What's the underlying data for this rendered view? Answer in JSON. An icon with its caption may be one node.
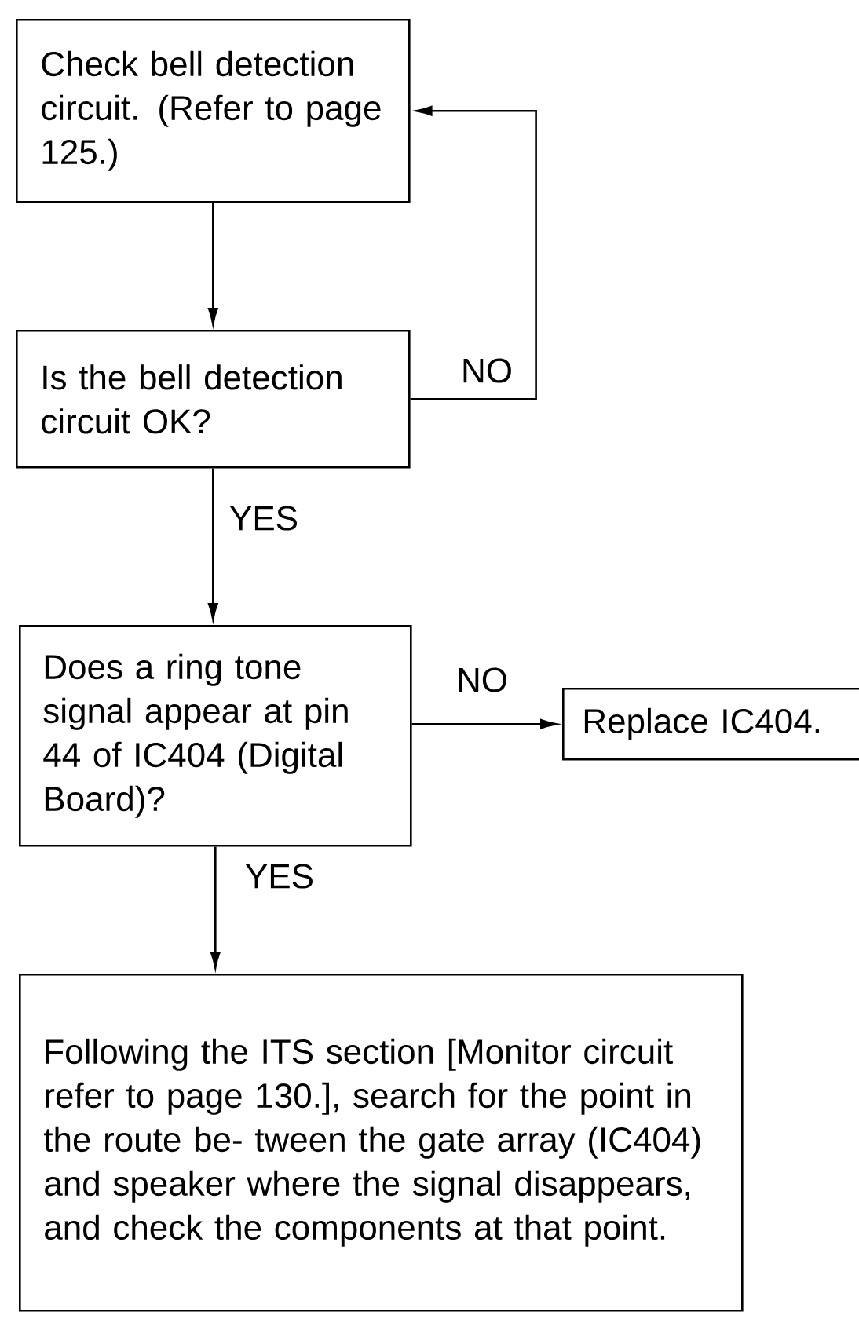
{
  "diagram": {
    "nodes": [
      {
        "text": [
          "Check bell detection circuit. (Refer to page 125.)"
        ]
      },
      {
        "text": [
          "Is the bell detection circuit OK?"
        ]
      },
      {
        "text": [
          "Does a ring tone signal appear at pin 44 of IC404 (Digital Board)?"
        ]
      },
      {
        "text": [
          "Replace IC404."
        ]
      },
      {
        "text": [
          "Following the ITS section [Monitor circuit refer to page 130.], search for the point in the route be- tween the gate array (IC404) and speaker where the signal disappears, and check the components at that point."
        ]
      }
    ],
    "edges": [
      {
        "from": 0,
        "to": 1,
        "arrow": "to"
      },
      {
        "from": 1,
        "to": 0,
        "arrow": "to",
        "label": "NO"
      },
      {
        "from": 1,
        "to": 2,
        "arrow": "to",
        "label": "YES"
      },
      {
        "from": 2,
        "to": 3,
        "arrow": "to",
        "label": "NO"
      },
      {
        "from": 2,
        "to": 4,
        "arrow": "to",
        "label": "YES"
      }
    ]
  }
}
